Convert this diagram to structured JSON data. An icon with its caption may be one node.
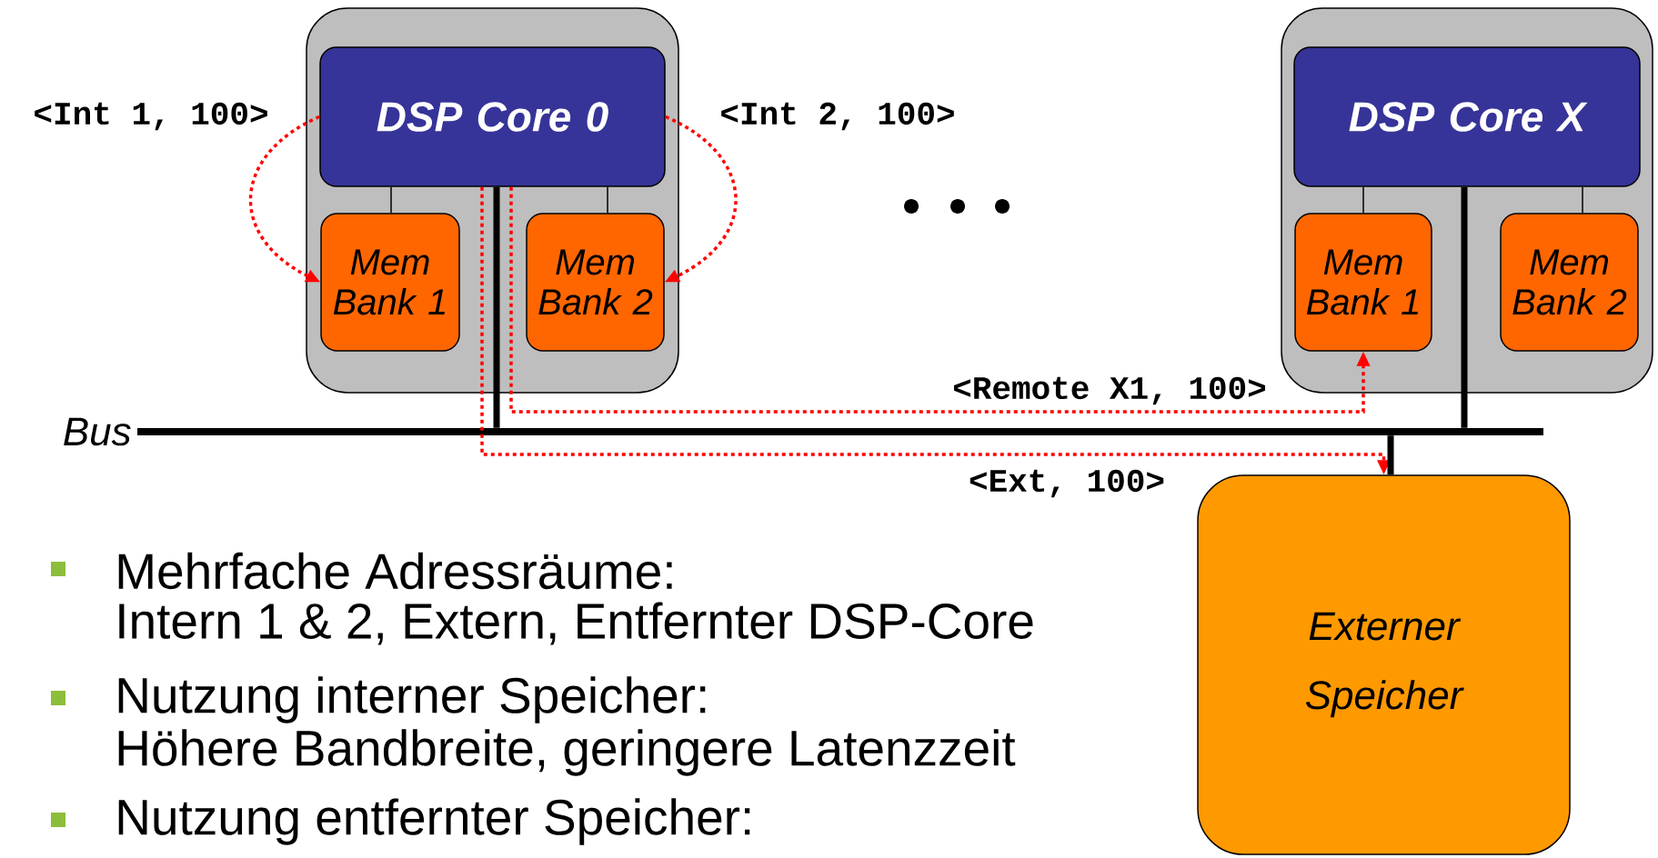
{
  "diagram": {
    "nodes": [
      {
        "text": [],
        "shape": "box"
      },
      {
        "text": [
          "DSP Core 0"
        ],
        "in": 0
      },
      {
        "text": [
          "Mem Bank 1"
        ],
        "in": 0
      },
      {
        "text": [
          "Mem Bank 2"
        ],
        "in": 0
      },
      {
        "text": [],
        "shape": "box"
      },
      {
        "text": [
          "DSP Core X"
        ],
        "in": 4
      },
      {
        "text": [
          "Mem Bank 1"
        ],
        "in": 4
      },
      {
        "text": [
          "Mem Bank 2"
        ],
        "in": 4
      },
      {
        "text": [
          "Bus"
        ]
      },
      {
        "text": [
          "Externer Speicher"
        ]
      }
    ],
    "edges": [
      {
        "from": 1,
        "to": 2,
        "arrow": "to",
        "label": "<Int 1, 100>",
        "style": "dashed",
        "color": "#ff0000"
      },
      {
        "from": 1,
        "to": 3,
        "arrow": "to",
        "label": "<Int 2, 100>",
        "style": "dashed",
        "color": "#ff0000"
      },
      {
        "from": 1,
        "to": 6,
        "arrow": "to",
        "label": "<Remote X1, 100>",
        "style": "dashed",
        "color": "#ff0000"
      },
      {
        "from": 1,
        "to": 9,
        "arrow": "to",
        "label": "<Ext, 100>",
        "style": "dashed",
        "color": "#ff0000"
      },
      {
        "from": 1,
        "to": 2,
        "arrow": "none"
      },
      {
        "from": 1,
        "to": 3,
        "arrow": "none"
      },
      {
        "from": 1,
        "to": 8,
        "arrow": "none",
        "style": "thick"
      },
      {
        "from": 5,
        "to": 6,
        "arrow": "none"
      },
      {
        "from": 5,
        "to": 7,
        "arrow": "none"
      },
      {
        "from": 5,
        "to": 8,
        "arrow": "none",
        "style": "thick"
      },
      {
        "from": 8,
        "to": 9,
        "arrow": "none",
        "style": "thick"
      }
    ],
    "labels": [
      "Mehrfache Adressräume:",
      "Intern 1 & 2, Extern, Entfernter DSP-Core",
      "Nutzung interner Speicher:",
      "Höhere Bandbreite, geringere Latenzzeit",
      "Nutzung entfernter Speicher:"
    ]
  }
}
